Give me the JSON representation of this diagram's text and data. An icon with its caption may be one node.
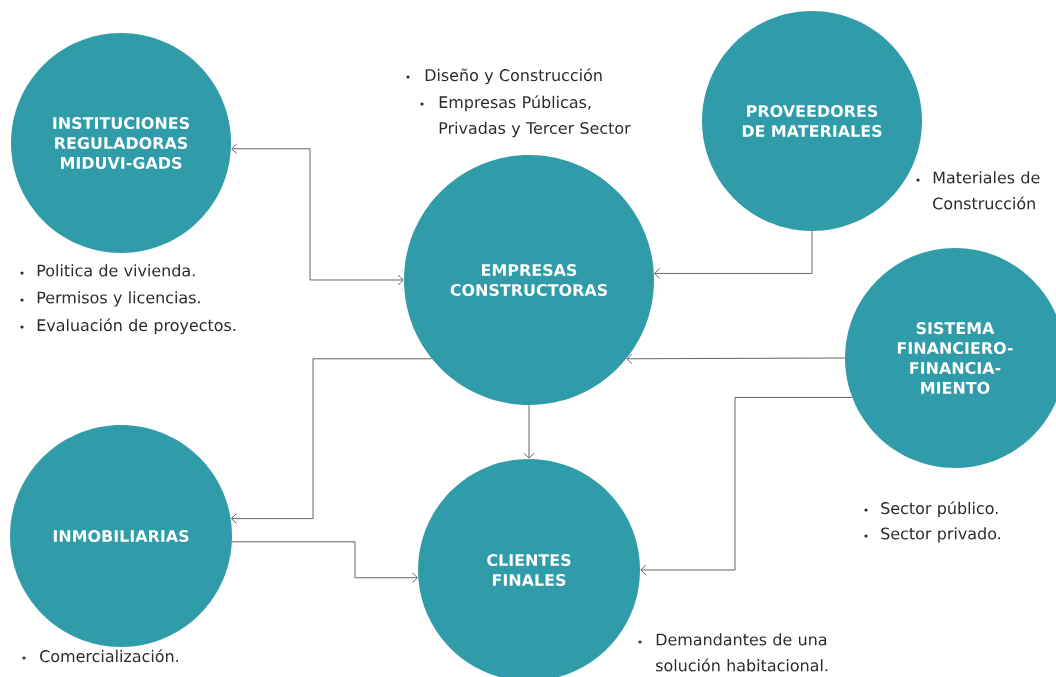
{
  "diagram": {
    "nodes": [
      {
        "text": [
          "INSTITUCIONES REGULADORAS MIDUVI-GADS"
        ],
        "beside": [
          "Politica de vivienda.",
          "Permisos y licencias.",
          "Evaluación de proyectos."
        ]
      },
      {
        "text": [
          "PROVEEDORES DE MATERIALES"
        ],
        "beside": [
          "Materiales de Construcción"
        ]
      },
      {
        "text": [
          "EMPRESAS CONSTRUCTORAS"
        ],
        "beside": [
          "Diseño y Construcción",
          "Empresas Públicas, Privadas y Tercer Sector"
        ]
      },
      {
        "text": [
          "SISTEMA FINANCIERO-FINANCIA-MIENTO"
        ],
        "beside": [
          "Sector público.",
          "Sector privado."
        ]
      },
      {
        "text": [
          "INMOBILIARIAS"
        ],
        "beside": [
          "Comercialización."
        ]
      },
      {
        "text": [
          "CLIENTES FINALES"
        ],
        "beside": [
          "Demandantes de una solución habitacional."
        ]
      }
    ],
    "edges": [
      {
        "from": 2,
        "to": 0,
        "arrow": "both"
      },
      {
        "from": 1,
        "to": 2,
        "arrow": "to"
      },
      {
        "from": 3,
        "to": 2,
        "arrow": "to"
      },
      {
        "from": 2,
        "to": 4,
        "arrow": "to"
      },
      {
        "from": 2,
        "to": 5,
        "arrow": "to"
      },
      {
        "from": 4,
        "to": 5,
        "arrow": "to"
      },
      {
        "from": 3,
        "to": 5,
        "arrow": "to"
      }
    ]
  }
}
